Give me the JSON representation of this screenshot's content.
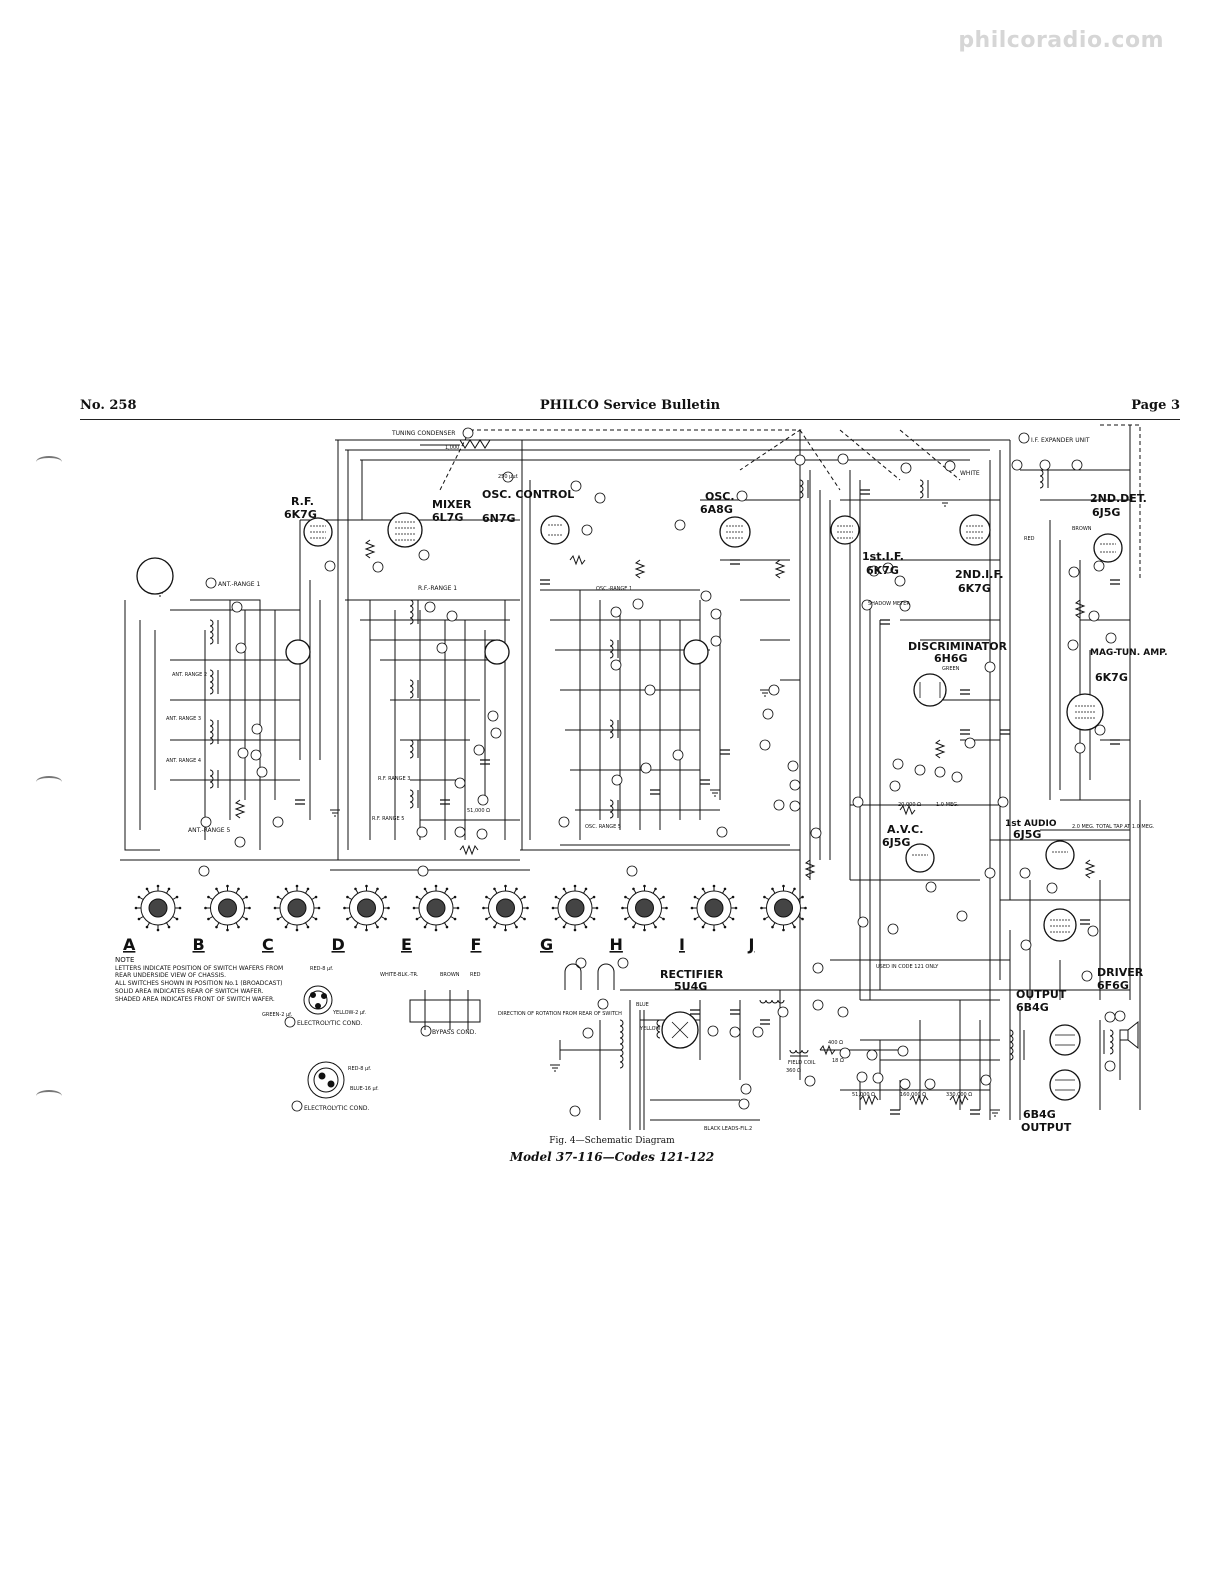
{
  "watermark": "philcoradio.com",
  "header": {
    "left": "No. 258",
    "center": "PHILCO Service Bulletin",
    "right": "Page 3"
  },
  "labels": {
    "tuning_condenser": "TUNING CONDENSER",
    "if_expander": "I.F. EXPANDER UNIT",
    "ant_range_1": "ANT.-RANGE 1",
    "ant_range_2": "ANT. RANGE 2",
    "ant_range_3": "ANT. RANGE 3",
    "ant_range_4": "ANT. RANGE 4",
    "ant_range_5": "ANT.-RANGE 5",
    "rf_range_1": "R.F.-RANGE 1",
    "rf_range_3": "R.F. RANGE 3",
    "rf_range_5": "R.F. RANGE 5",
    "osc_range_1": "OSC.-RANGE 1",
    "osc_range_5": "OSC. RANGE 5",
    "shadow_meter": "SHADOW METER",
    "used_in_code_121": "USED IN CODE 121 ONLY",
    "white": "WHITE",
    "red": "RED",
    "brown": "BROWN",
    "green": "GREEN",
    "blue": "BLUE",
    "yellow": "YELLOW",
    "field_coil": "FIELD COIL",
    "black_leads": "BLACK LEADS-FIL.2",
    "tap_note": "2.0 MEG. TOTAL TAP AT 1.0 MEG."
  },
  "tubes": [
    {
      "id": "rf",
      "name": "R.F.",
      "type": "6K7G"
    },
    {
      "id": "mixer",
      "name": "MIXER",
      "type": "6L7G"
    },
    {
      "id": "osc_control",
      "name": "OSC. CONTROL",
      "type": "6N7G"
    },
    {
      "id": "osc",
      "name": "OSC.",
      "type": "6A8G"
    },
    {
      "id": "if1",
      "name": "1st.I.F.",
      "type": "6K7G"
    },
    {
      "id": "if2",
      "name": "2ND.I.F.",
      "type": "6K7G"
    },
    {
      "id": "det2",
      "name": "2ND.DET.",
      "type": "6J5G"
    },
    {
      "id": "discriminator",
      "name": "DISCRIMINATOR",
      "type": "6H6G"
    },
    {
      "id": "magtun",
      "name": "MAG-TUN. AMP.",
      "type": "6K7G"
    },
    {
      "id": "avc",
      "name": "A.V.C.",
      "type": "6J5G"
    },
    {
      "id": "audio1",
      "name": "1st AUDIO",
      "type": "6J5G"
    },
    {
      "id": "driver",
      "name": "DRIVER",
      "type": "6F6G"
    },
    {
      "id": "rectifier",
      "name": "RECTIFIER",
      "type": "5U4G"
    },
    {
      "id": "output",
      "name": "OUTPUT",
      "type": "6B4G"
    },
    {
      "id": "output2",
      "name": "OUTPUT",
      "type": "6B4G"
    }
  ],
  "wafers": [
    "A",
    "B",
    "C",
    "D",
    "E",
    "F",
    "G",
    "H",
    "I",
    "J"
  ],
  "note": {
    "title": "NOTE",
    "lines": [
      "LETTERS INDICATE POSITION OF SWITCH WAFERS FROM",
      "REAR UNDERSIDE VIEW OF CHASSIS.",
      "ALL SWITCHES SHOWN IN POSITION No.1 (BROADCAST)",
      "SOLID AREA INDICATES REAR OF SWITCH WAFER.",
      "SHADED AREA INDICATES FRONT OF SWITCH WAFER."
    ]
  },
  "legends": {
    "electrolytic_1": "ELECTROLYTIC COND.",
    "electrolytic_2": "ELECTROLYTIC COND.",
    "bypass": "BYPASS COND.",
    "red8": "RED-8 μf.",
    "yellow2": "YELLOW-2 μf.",
    "green2": "GREEN-2 μf.",
    "blue16": "BLUE-16 μf.",
    "white_blk_tr": "WHITE-BLK.-TR.",
    "direction": "DIRECTION OF ROTATION FROM REAR OF SWITCH"
  },
  "values": {
    "r1000": "1,000",
    "r51000": "51,000 Ω",
    "r160000": "160,000 Ω",
    "r330000": "330,000 Ω",
    "c250": "250 μμf.",
    "r20000": "20,000 Ω",
    "r1meg": "1.0-MEG.",
    "r400": "400 Ω",
    "r18": "18 Ω",
    "r360": "360 Ω"
  },
  "caption": {
    "fig": "Fig. 4—Schematic Diagram",
    "model": "Model 37-116—Codes 121-122"
  }
}
